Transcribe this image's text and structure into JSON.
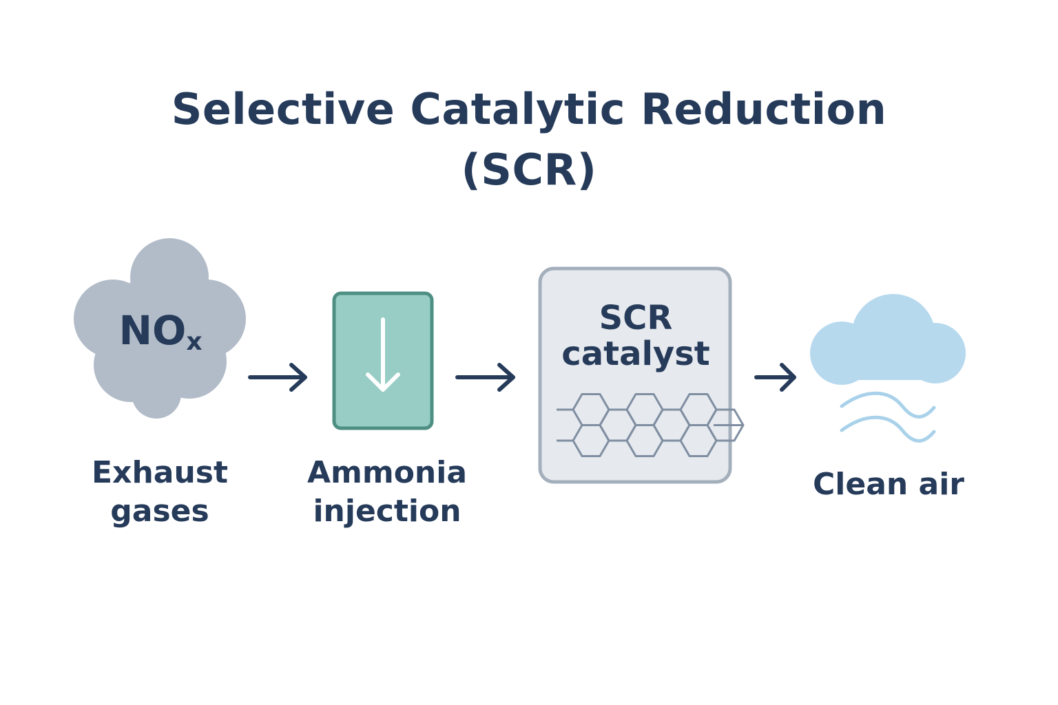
{
  "title": {
    "line1": "Selective Catalytic Reduction",
    "line2": "(SCR)"
  },
  "stages": [
    {
      "id": "exhaust",
      "icon": "smoke-cloud-icon",
      "icon_label_main": "NO",
      "icon_label_sub": "x",
      "caption_lines": [
        "Exhaust",
        "gases"
      ]
    },
    {
      "id": "ammonia",
      "icon": "injection-arrow-icon",
      "caption_lines": [
        "Ammonia",
        "injection"
      ]
    },
    {
      "id": "catalyst",
      "icon": "honeycomb-icon",
      "box_label_lines": [
        "SCR",
        "catalyst"
      ]
    },
    {
      "id": "clean",
      "icon": "clean-cloud-icon",
      "caption_lines": [
        "Clean air"
      ]
    }
  ],
  "colors": {
    "text": "#263b5a",
    "smoke": "#b2bcc8",
    "ammonia_fill": "#97cdc4",
    "ammonia_border": "#4e8f83",
    "catalyst_fill": "#e6e9ee",
    "catalyst_border": "#a4afbc",
    "honeycomb": "#7f8ea1",
    "clean_cloud": "#b7d9ee",
    "wind": "#a9d2ea"
  }
}
